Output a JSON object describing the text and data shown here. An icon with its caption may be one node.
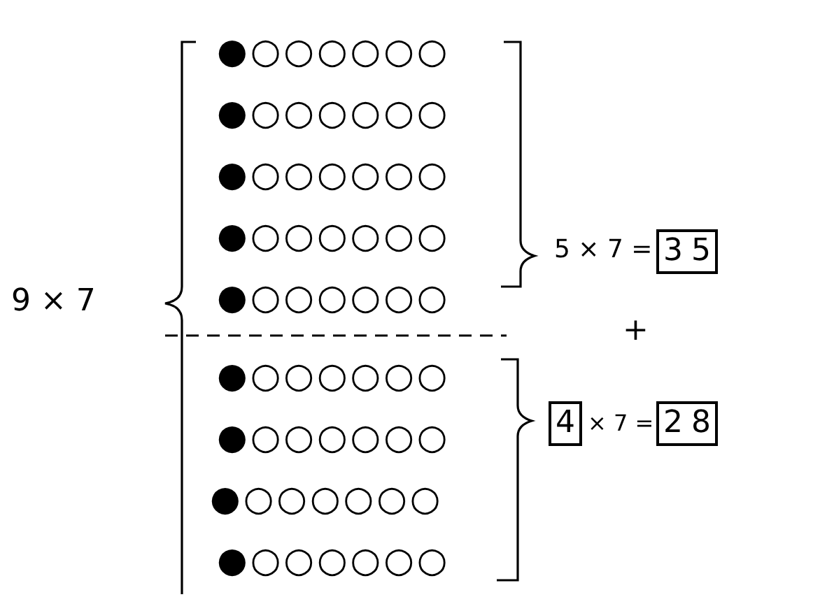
{
  "diagram": {
    "nodes": [
      {
        "text": [
          "35"
        ]
      },
      {
        "text": [
          "4"
        ]
      },
      {
        "text": [
          "28"
        ]
      }
    ],
    "edges": [],
    "labels": [
      "●○○○○○○",
      "●○○○○○○",
      "●○○○○○○",
      "●○○○○○○",
      "●○○○○○○",
      "●○○○○○○",
      "●○○○○○○",
      "●○○○○○○",
      "●○○○○○○",
      "9 × 7",
      "5 × 7 =",
      "+",
      "× 7 ="
    ]
  }
}
